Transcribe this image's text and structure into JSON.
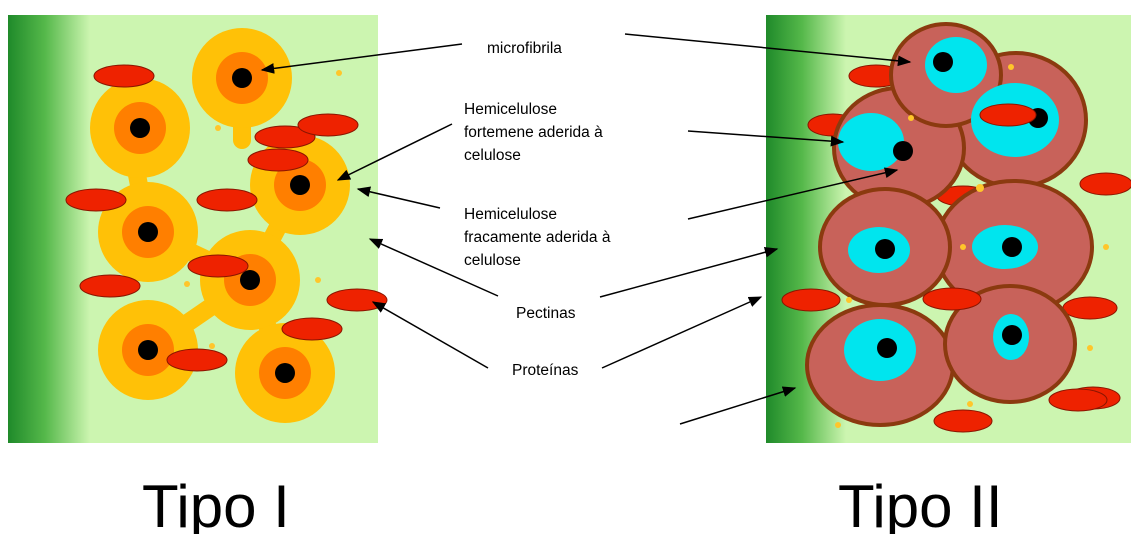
{
  "labels": {
    "microfibrila": "microfibrila",
    "hemi_forte": [
      "Hemicelulose",
      "fortemene aderida à",
      "celulose"
    ],
    "hemi_fraca": [
      "Hemicelulose",
      "fracamente aderida à",
      "celulose"
    ],
    "pectinas": "Pectinas",
    "proteinas": "Proteínas"
  },
  "titles": {
    "left": "Tipo I",
    "right": "Tipo II"
  },
  "colors": {
    "matrix": "#ccf5b0",
    "wall_dark": "#1f8a2a",
    "hemicellulose_outer": "#ffc107",
    "hemicellulose_inner": "#ff7f00",
    "microfibril": "#000000",
    "protein": "#ee2200",
    "protein_stroke": "#8a1500",
    "type2_cell": "#c8625a",
    "type2_cell_stroke": "#8b3a0f",
    "type2_inner": "#00e5ee",
    "pectin_dot": "#ffc62a"
  }
}
